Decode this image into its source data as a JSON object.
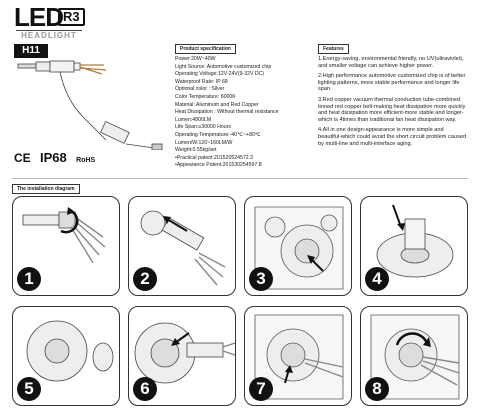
{
  "logo": {
    "brand": "LED",
    "badge": "R3",
    "subtitle": "HEADLIGHT"
  },
  "model": "H11",
  "spec_section": {
    "title": "Product specification",
    "items": [
      "Power:20W~40W",
      "Light Source: Automotive customized chip",
      "Operating Voltage:12V-24V(9-32V DC)",
      "Waterproof Rate: IP 68",
      "Optional color : Silver",
      "Color Temperature: 6000K",
      "Material: Aluminum and Red Copper",
      "Heat Dissipation : Without thermal resistance",
      "Lumen:4800LM",
      "Life Span:≥30000 Hours",
      "Operating Temperature:-40℃~+80℃",
      "Lumen/W:120~160LM/W",
      "Weight:0.55kg/set",
      "•Practical patent:201520524572.3",
      "•Appearance Patent:201530254597.8"
    ]
  },
  "features_section": {
    "title": "Features",
    "items": [
      "1.Energy-saving, environmental friendly, no UV(ultraviolet), and smaller voltage can achieve higher power.",
      "2.High performance automotive customized chip is of better lighting patterns, more stable performance and longer life span.",
      "3.Red copper vacuum thermal conduction tube-combined tinned red copper belt-making heat dissipation more quickly and heat dissipation more efficient-more stable and longer-which is 4times than traditional fan heat dissipation way.",
      "4.All in one design-appearance is more simple and beautiful-which could avoid the short circuit problem caused by multi-line and multi-interface aging."
    ]
  },
  "certifications": [
    "CE",
    "IP68",
    "RoHS"
  ],
  "install_section": {
    "title": "The installation diagram"
  },
  "steps": [
    {
      "number": "1"
    },
    {
      "number": "2"
    },
    {
      "number": "3"
    },
    {
      "number": "4"
    },
    {
      "number": "5"
    },
    {
      "number": "6"
    },
    {
      "number": "7"
    },
    {
      "number": "8"
    }
  ]
}
